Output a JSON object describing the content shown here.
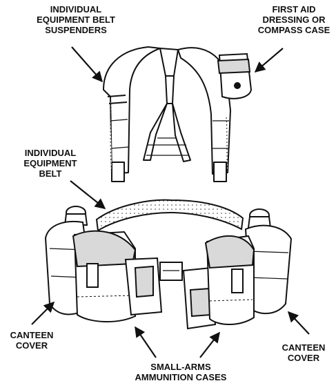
{
  "labels": {
    "suspenders": [
      "INDIVIDUAL",
      "EQUIPMENT BELT",
      "SUSPENDERS"
    ],
    "first_aid": [
      "FIRST AID",
      "DRESSING OR",
      "COMPASS CASE"
    ],
    "belt": [
      "INDIVIDUAL",
      "EQUIPMENT",
      "BELT"
    ],
    "canteen_left": [
      "CANTEEN",
      "COVER"
    ],
    "canteen_right": [
      "CANTEEN",
      "COVER"
    ],
    "ammo": [
      "SMALL-ARMS",
      "AMMUNITION CASES"
    ]
  },
  "colors": {
    "ink": "#111111",
    "paper": "#ffffff",
    "shade": "#d9d9d9"
  }
}
